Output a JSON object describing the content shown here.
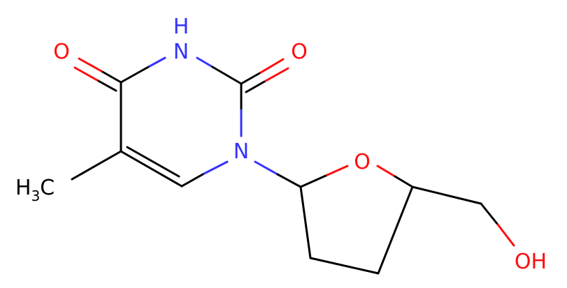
{
  "colors": {
    "bond": "#000000",
    "nitrogen": "#3333FF",
    "oxygen": "#FF0D0D",
    "carbon": "#000000",
    "background": "#FFFFFF"
  },
  "atoms": {
    "o_left": "O",
    "n_top": "H",
    "n_top_n": "N",
    "o_right": "O",
    "n_ring": "N",
    "o_furan": "O",
    "hydroxyl": "OH",
    "methyl_h": "H",
    "methyl_sub": "3",
    "methyl_c": "C"
  }
}
